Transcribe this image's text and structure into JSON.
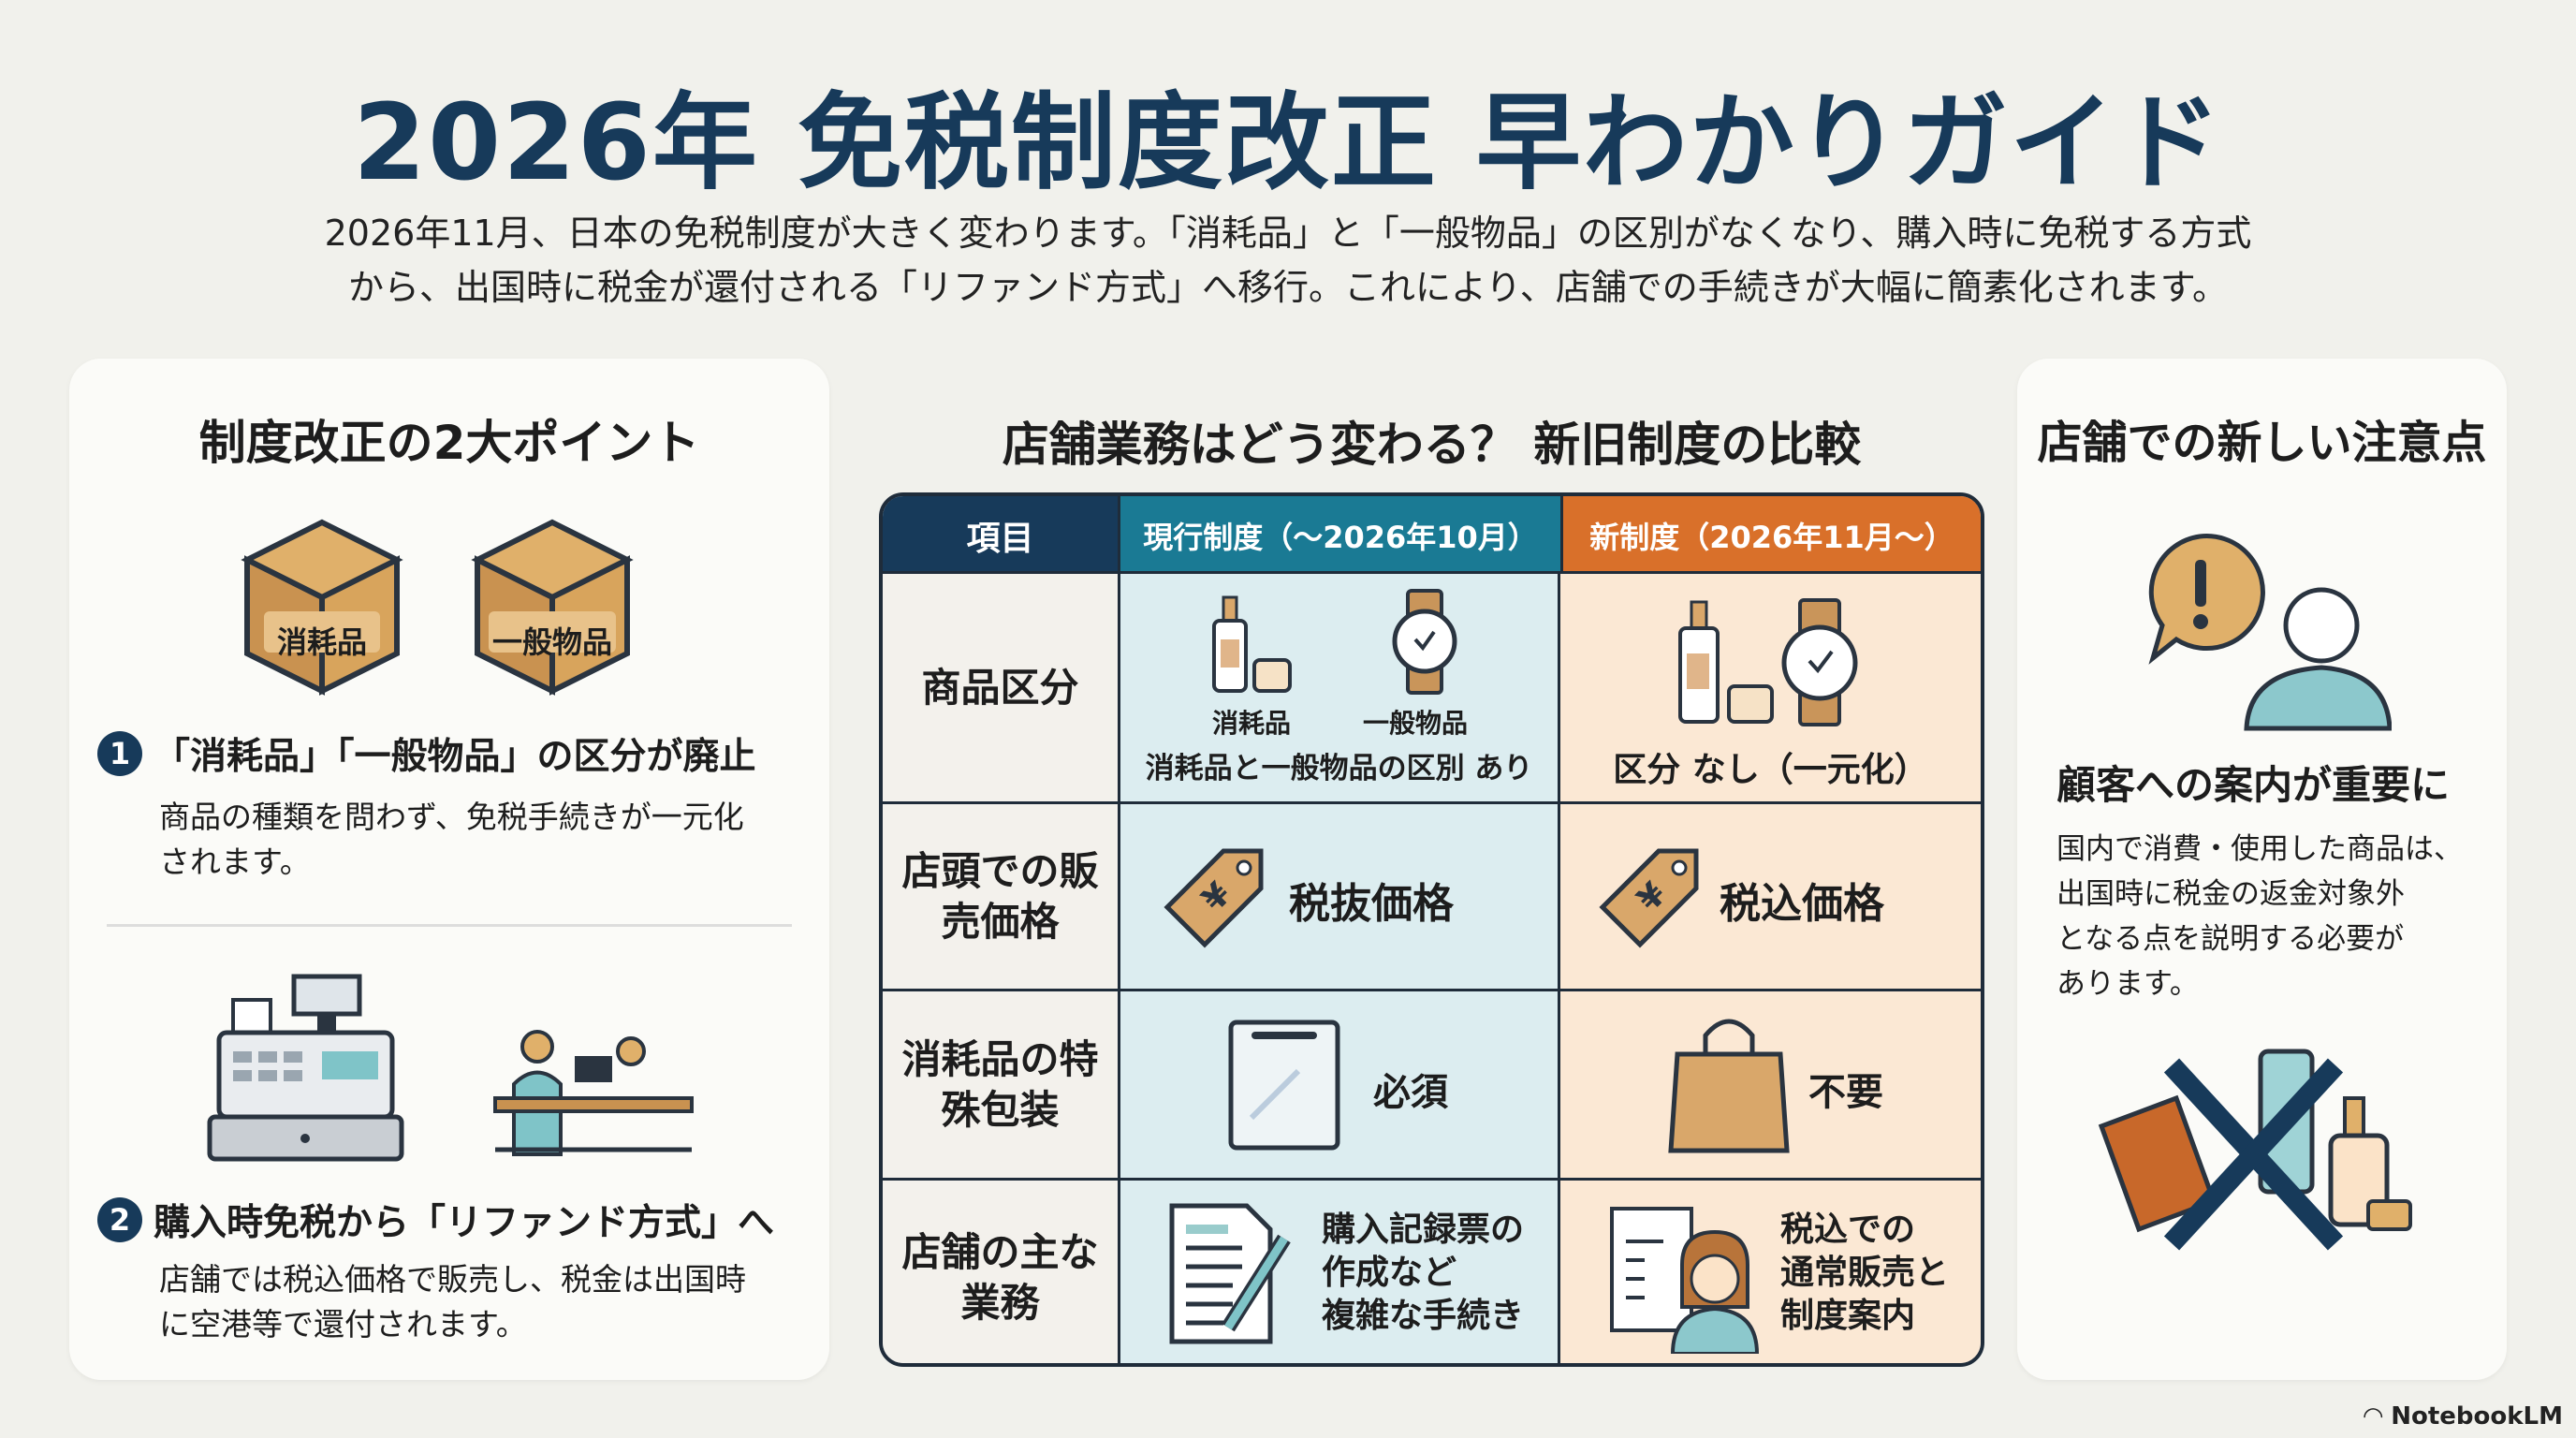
{
  "title": "2026年 免税制度改正 早わかりガイド",
  "subtitle": [
    "2026年11月、日本の免税制度が大きく変わります。「消耗品」と「一般物品」の区別がなくなり、購入時に免税する方式",
    "から、出国時に税金が還付される「リファンド方式」へ移行。これにより、店舗での手続きが大幅に簡素化されます。"
  ],
  "left": {
    "heading": "制度改正の2大ポイント",
    "box_labels": [
      "消耗品",
      "一般物品"
    ],
    "points": [
      {
        "num": "1",
        "title": "「消耗品」「一般物品」の区分が廃止",
        "desc": [
          "商品の種類を問わず、免税手続きが一元化",
          "されます。"
        ]
      },
      {
        "num": "2",
        "title": "購入時免税から「リファンド方式」へ",
        "desc": [
          "店舗では税込価格で販売し、税金は出国時",
          "に空港等で還付されます。"
        ]
      }
    ]
  },
  "middle": {
    "heading": "店舗業務はどう変わる？ 新旧制度の比較",
    "headers": [
      "項目",
      "現行制度（〜2026年10月）",
      "新制度（2026年11月〜）"
    ],
    "rows": [
      {
        "item": "商品区分",
        "current_labels": [
          "消耗品",
          "一般物品"
        ],
        "current": "消耗品と一般物品の区別 あり",
        "new": "区分 なし（一元化）"
      },
      {
        "item": "店頭での販売価格",
        "current": "税抜価格",
        "new": "税込価格"
      },
      {
        "item": "消耗品の特殊包装",
        "current": "必須",
        "new": "不要"
      },
      {
        "item": "店舗の主な業務",
        "current": [
          "購入記録票の",
          "作成など",
          "複雑な手続き"
        ],
        "new": [
          "税込での",
          "通常販売と",
          "制度案内"
        ]
      }
    ],
    "colors": {
      "header_item": "#173a5a",
      "header_current": "#1a7a94",
      "header_new": "#d9702a"
    }
  },
  "right": {
    "heading": "店舗での新しい注意点",
    "subheading": "顧客への案内が重要に",
    "desc": [
      "国内で消費・使用した商品は、",
      "出国時に税金の返金対象外",
      "となる点を説明する必要が",
      "あります。"
    ]
  },
  "watermark": "NotebookLM"
}
